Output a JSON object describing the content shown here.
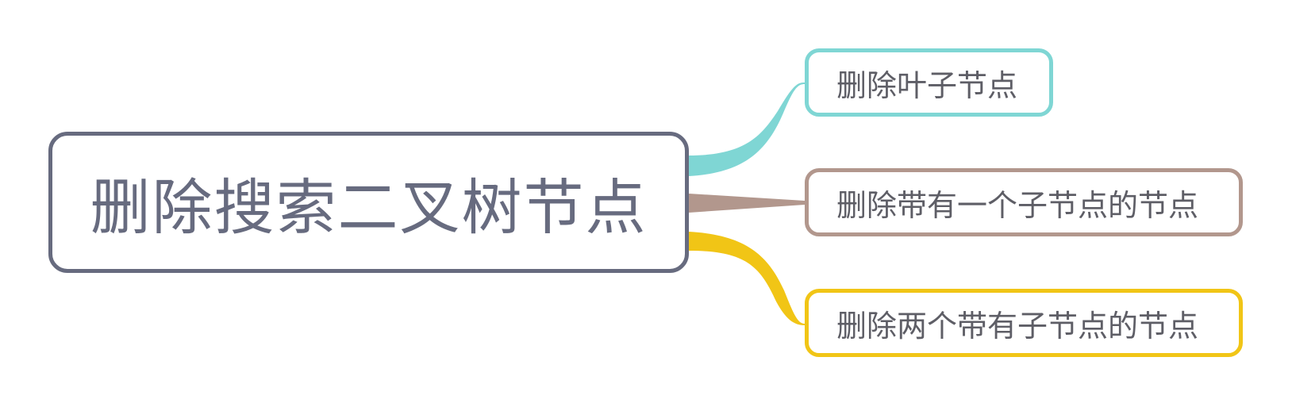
{
  "mindmap": {
    "root": {
      "label": "删除搜索二叉树节点",
      "border_color": "#676b7f"
    },
    "children": [
      {
        "label": "删除叶子节点",
        "color": "#7fd6d4"
      },
      {
        "label": "删除带有一个子节点的节点",
        "color": "#b2978d"
      },
      {
        "label": "删除两个带有子节点的节点",
        "color": "#f1c516"
      }
    ]
  }
}
